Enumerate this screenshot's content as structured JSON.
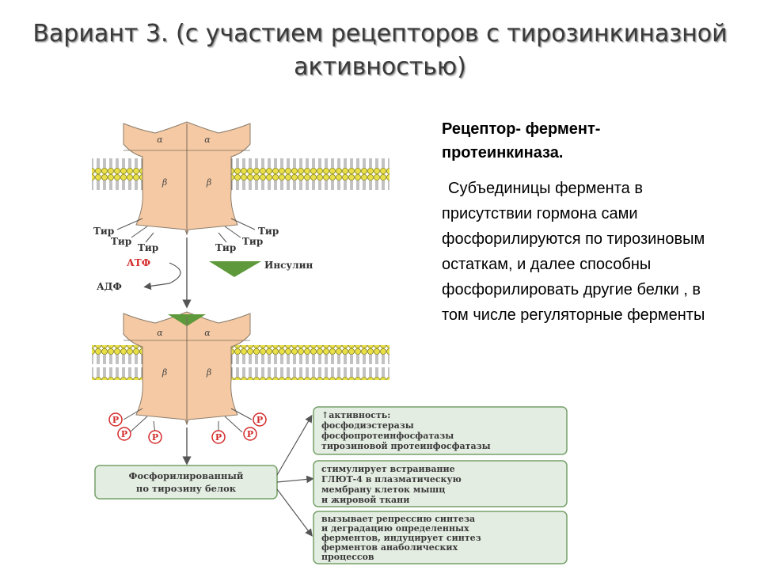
{
  "slide": {
    "title_line1": "Вариант 3. (с участием рецепторов с тирозинкиназной",
    "title_line2": "активностью)"
  },
  "text": {
    "heading": "Рецептор- фермент- протеинкиназа.",
    "body": "Субъединицы фермента в присутствии гормона сами фосфорилируются по тирозиновым остаткам, и далее способны фосфорилировать другие белки , в том числе регуляторные ферменты"
  },
  "diagram": {
    "colors": {
      "receptor": "#f5c9a3",
      "membrane": "#e8e046",
      "insulin": "#5e9a3c",
      "box_fill": "#e4ede2",
      "box_stroke": "#74a068",
      "arrow": "#555555",
      "phospho": "#d42b2b"
    },
    "alpha": "α",
    "beta": "β",
    "tyr": "Тир",
    "atp": "АТФ",
    "adp": "АДФ",
    "insulin": "Инсулин",
    "p": "P",
    "phospho_protein_line1": "Фосфорилированный",
    "phospho_protein_line2": "по тирозину белок",
    "effects": [
      {
        "lines": [
          "↑активность:",
          "фосфодиэстеразы",
          "фосфопротеинфосфатазы",
          "тирозиновой протеинфосфатазы"
        ]
      },
      {
        "lines": [
          "стимулирует встраивание",
          "ГЛЮТ-4 в плазматическую",
          "мембрану клеток мышц",
          "и жировой ткани"
        ]
      },
      {
        "lines": [
          "вызывает репрессию синтеза",
          "и деградацию определенных",
          "ферментов, индуцирует синтез",
          "ферментов анаболических",
          "процессов"
        ]
      }
    ]
  }
}
